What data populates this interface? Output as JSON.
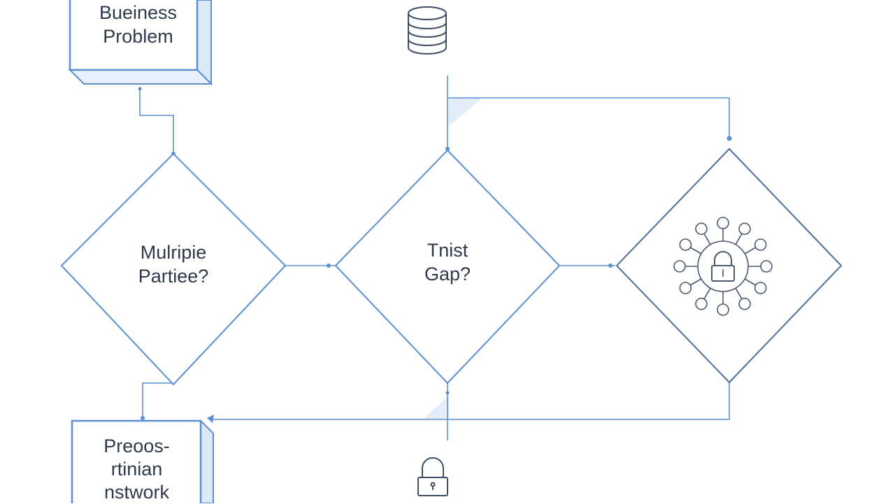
{
  "nodes": {
    "business_problem": {
      "shape": "box",
      "lines": [
        "Bueiness",
        "Problem"
      ]
    },
    "multiple_parties": {
      "shape": "decision",
      "lines": [
        "Mulripie",
        "Partiee?"
      ]
    },
    "trust_gap": {
      "shape": "decision",
      "lines": [
        "Tnist",
        "Gap?"
      ]
    },
    "blockchain_decision": {
      "shape": "decision",
      "icon": "network-lock-icon"
    },
    "network_box": {
      "shape": "box",
      "lines": [
        "Preoos-",
        "rtinian",
        "nstwork"
      ]
    },
    "database": {
      "icon": "database-icon"
    },
    "bottom_lock": {
      "icon": "padlock-icon"
    }
  },
  "colors": {
    "stroke": "#5b8fd1",
    "stroke_dark": "#4d6f99",
    "box_side": "#dce9f8",
    "text": "#2e3a4b"
  }
}
